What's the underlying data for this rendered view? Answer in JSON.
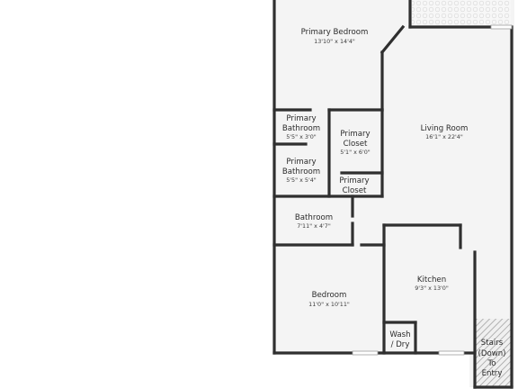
{
  "rooms": {
    "primary_bedroom": {
      "name": "Primary Bedroom",
      "dims": "13'10\" x 14'4\""
    },
    "primary_bathroom_1": {
      "name_line1": "Primary",
      "name_line2": "Bathroom",
      "dims": "5'5\" x 3'0\""
    },
    "primary_closet_1": {
      "name_line1": "Primary",
      "name_line2": "Closet",
      "dims": "5'1\" x 6'0\""
    },
    "primary_bathroom_2": {
      "name_line1": "Primary",
      "name_line2": "Bathroom",
      "dims": "5'5\" x 5'4\""
    },
    "primary_closet_2": {
      "name_line1": "Primary",
      "name_line2": "Closet"
    },
    "living_room": {
      "name": "Living Room",
      "dims": "16'1\" x 22'4\""
    },
    "bathroom": {
      "name": "Bathroom",
      "dims": "7'11\" x 4'7\""
    },
    "kitchen": {
      "name": "Kitchen",
      "dims": "9'3\" x 13'0\""
    },
    "bedroom": {
      "name": "Bedroom",
      "dims": "11'0\" x 10'11\""
    },
    "wash_dry": {
      "name_line1": "Wash",
      "name_line2": "/ Dry"
    },
    "stairs": {
      "line1": "Stairs",
      "line2": "(Down)",
      "line3": "To",
      "line4": "Entry"
    }
  },
  "colors": {
    "wall": "#2f2f2f",
    "floor": "#f4f4f4",
    "window": "#bdbdbd",
    "hatch": "#9a9a9a"
  }
}
